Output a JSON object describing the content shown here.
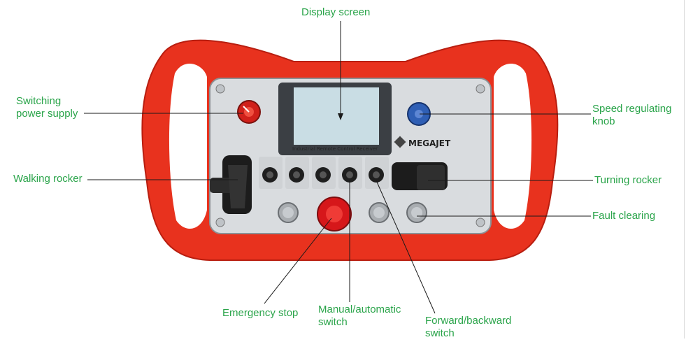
{
  "labels": {
    "display_screen": "Display screen",
    "switching_power_supply": "Switching\npower supply",
    "speed_knob": "Speed regulating\nknob",
    "walking_rocker": "Walking rocker",
    "turning_rocker": "Turning rocker",
    "fault_clearing": "Fault clearing",
    "emergency_stop": "Emergency stop",
    "manual_auto_switch": "Manual/automatic\nswitch",
    "forward_backward_switch": "Forward/backward\nswitch"
  },
  "device": {
    "brand": "MEGAJET",
    "screen_caption": "Industrial Remote Control Receiver"
  },
  "colors": {
    "label": "#2aa44a",
    "frame": "#e8321e",
    "panel": "#d9dcdf",
    "knob_power": "#d0201a",
    "knob_speed": "#2f5fb5",
    "estop": "#d6171a"
  }
}
